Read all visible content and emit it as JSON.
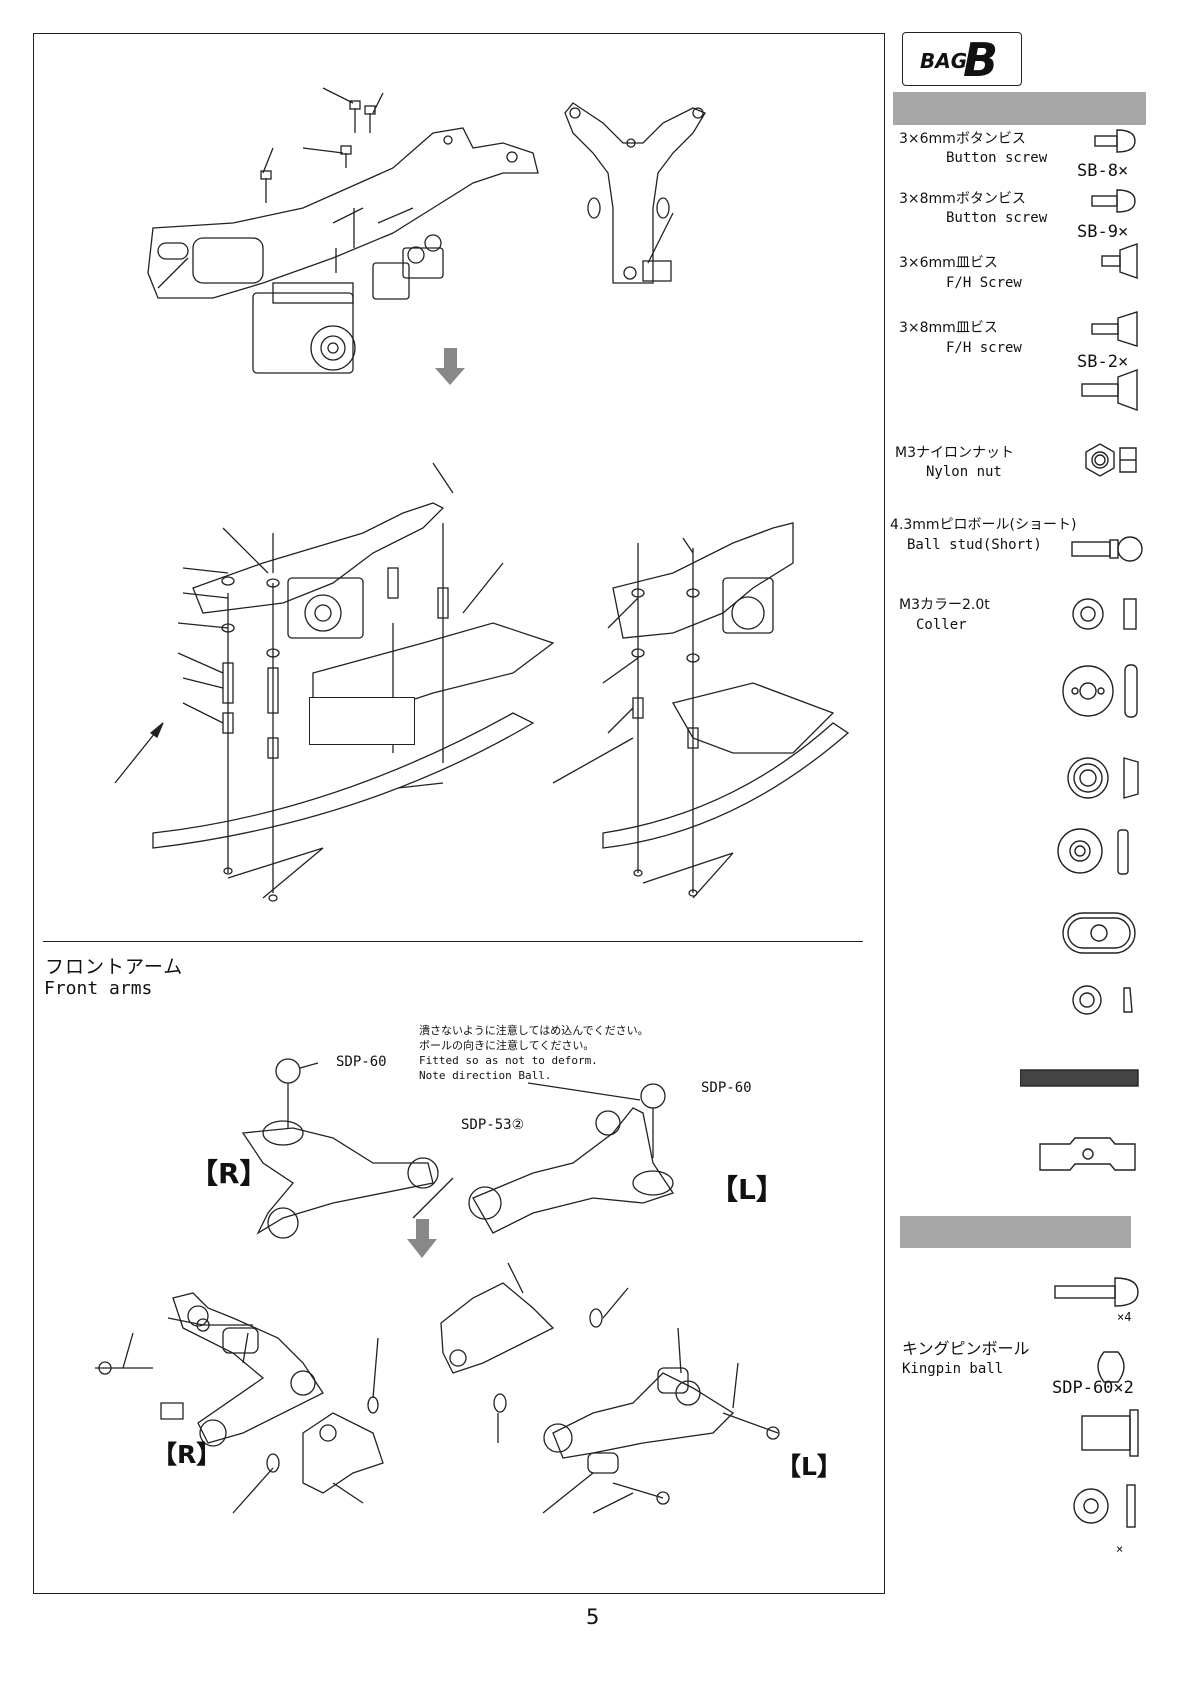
{
  "page_number": "5",
  "front_arms": {
    "title_jp": "フロントアーム",
    "title_en": "Front arms",
    "note_lines": [
      "潰さないように注意してはめ込んでください。",
      "ボールの向きに注意してください。",
      "Fitted so as not to deform.",
      "Note direction Ball."
    ],
    "labels": {
      "sdp60_left": "SDP-60",
      "sdp60_right": "SDP-60",
      "sdp53": "SDP-53②",
      "r_top": "【R】",
      "l_top": "【L】",
      "r_bottom": "【R】",
      "l_bottom": "【L】"
    }
  },
  "sidebar": {
    "bag_word": "BAG",
    "bag_letter": "B",
    "parts": [
      {
        "name_jp": "3×6mmボタンビス",
        "name_en": "Button screw",
        "code": "SB-8×",
        "icon": "button-screw-icon"
      },
      {
        "name_jp": "3×8mmボタンビス",
        "name_en": "Button screw",
        "code": "SB-9×",
        "icon": "button-screw-icon"
      },
      {
        "name_jp": "3×6mm皿ビス",
        "name_en": "F/H Screw",
        "code": "",
        "icon": "flat-head-screw-icon"
      },
      {
        "name_jp": "3×8mm皿ビス",
        "name_en": "F/H screw",
        "code": "SB-2×",
        "icon": "flat-head-screw-icon"
      },
      {
        "name_jp": "M3ナイロンナット",
        "name_en": "Nylon nut",
        "code": "",
        "icon": "nylon-nut-icon"
      },
      {
        "name_jp": "4.3mmピロボール(ショート)",
        "name_en": "Ball stud(Short)",
        "code": "",
        "icon": "ball-stud-icon"
      },
      {
        "name_jp": "M3カラー2.0t",
        "name_en": "Coller",
        "code": "",
        "icon": "collar-icon"
      }
    ],
    "kingpin": {
      "qty_bolt": "×4",
      "name_jp": "キングピンボール",
      "name_en": "Kingpin ball",
      "code": "SDP-60×2",
      "qty_washer": "×"
    }
  }
}
